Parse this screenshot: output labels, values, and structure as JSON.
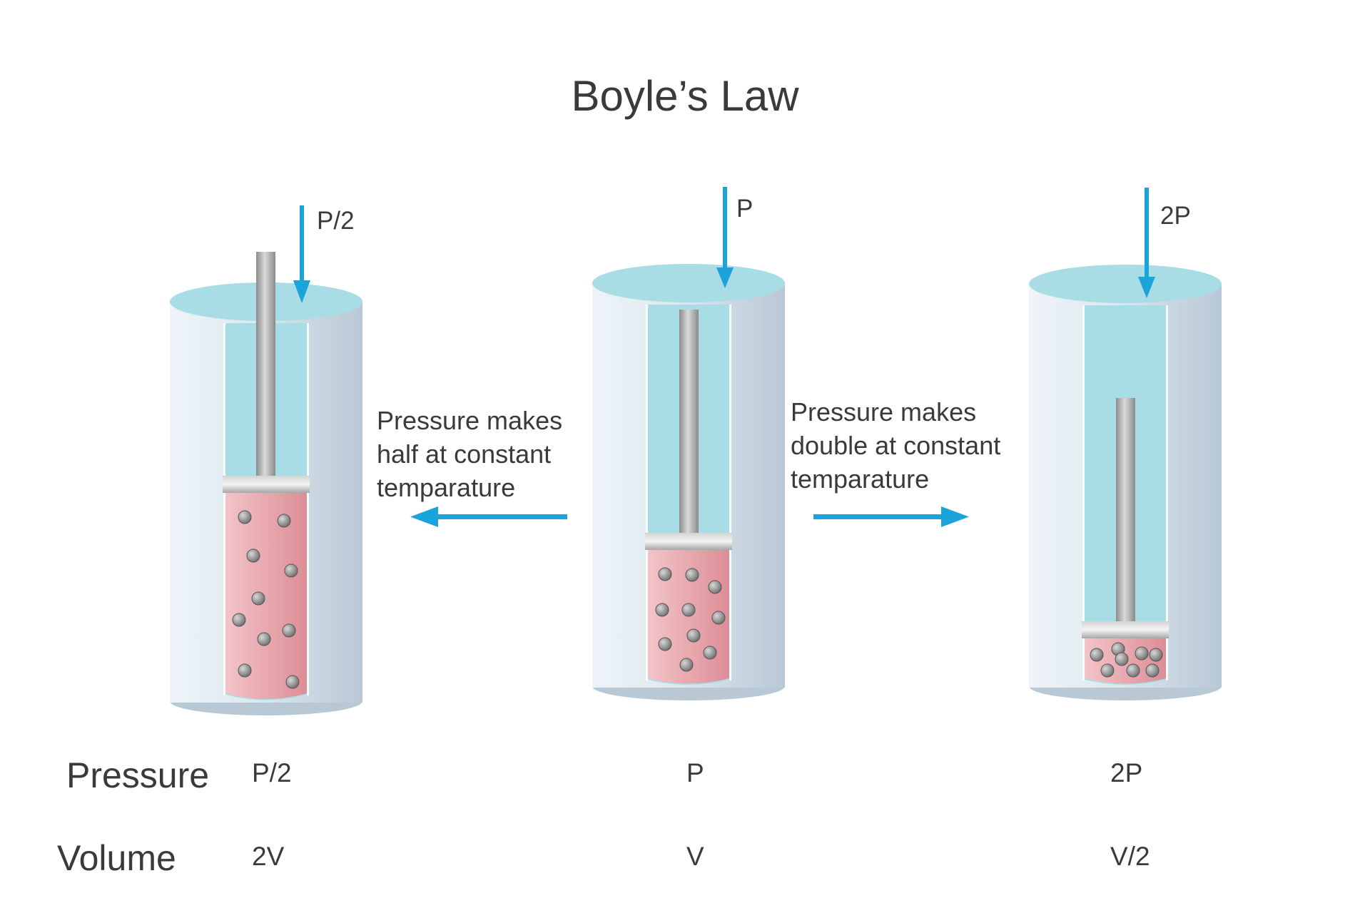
{
  "title": "Boyle’s Law",
  "containers": [
    {
      "id": "left",
      "pressure_arrow_label": "P/2"
    },
    {
      "id": "middle",
      "pressure_arrow_label": "P"
    },
    {
      "id": "right",
      "pressure_arrow_label": "2P"
    }
  ],
  "transitions": [
    {
      "text": "Pressure makes\nhalf at constant\ntemparature",
      "direction": "left"
    },
    {
      "text": "Pressure makes\ndouble at constant\ntemparature",
      "direction": "right"
    }
  ],
  "table": {
    "rows": [
      {
        "label": "Pressure",
        "values": [
          "P/2",
          "P",
          "2P"
        ]
      },
      {
        "label": "Volume",
        "values": [
          "2V",
          "V",
          "V/2"
        ]
      }
    ]
  },
  "colors": {
    "arrow": "#1ba3dc",
    "liquid": "#a8dde6",
    "gas": "#e8a0a8",
    "cylinder": "#d8e6ee",
    "text": "#3a3a3a"
  }
}
